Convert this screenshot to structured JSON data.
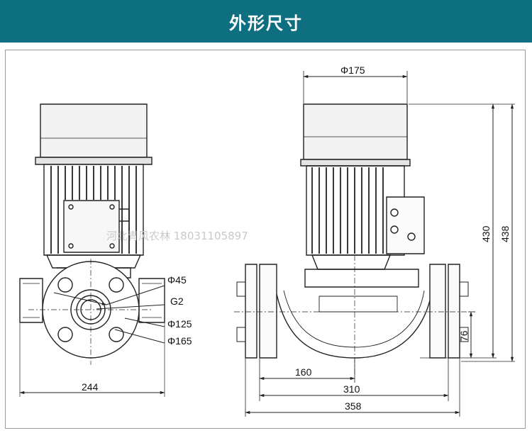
{
  "header": {
    "title": "外形尺寸"
  },
  "watermark": {
    "text": "河北青风农林  18031105897"
  },
  "front_view": {
    "dims": {
      "d45": "Φ45",
      "g2": "G2",
      "d125": "Φ125",
      "d165": "Φ165",
      "w244": "244"
    }
  },
  "side_view": {
    "dims": {
      "d175": "Φ175",
      "h430": "430",
      "h438": "438",
      "h76": "76",
      "w160": "160",
      "w310": "310",
      "w358": "358"
    }
  },
  "colors": {
    "header_bg": "#0e6f80",
    "line": "#222222"
  }
}
